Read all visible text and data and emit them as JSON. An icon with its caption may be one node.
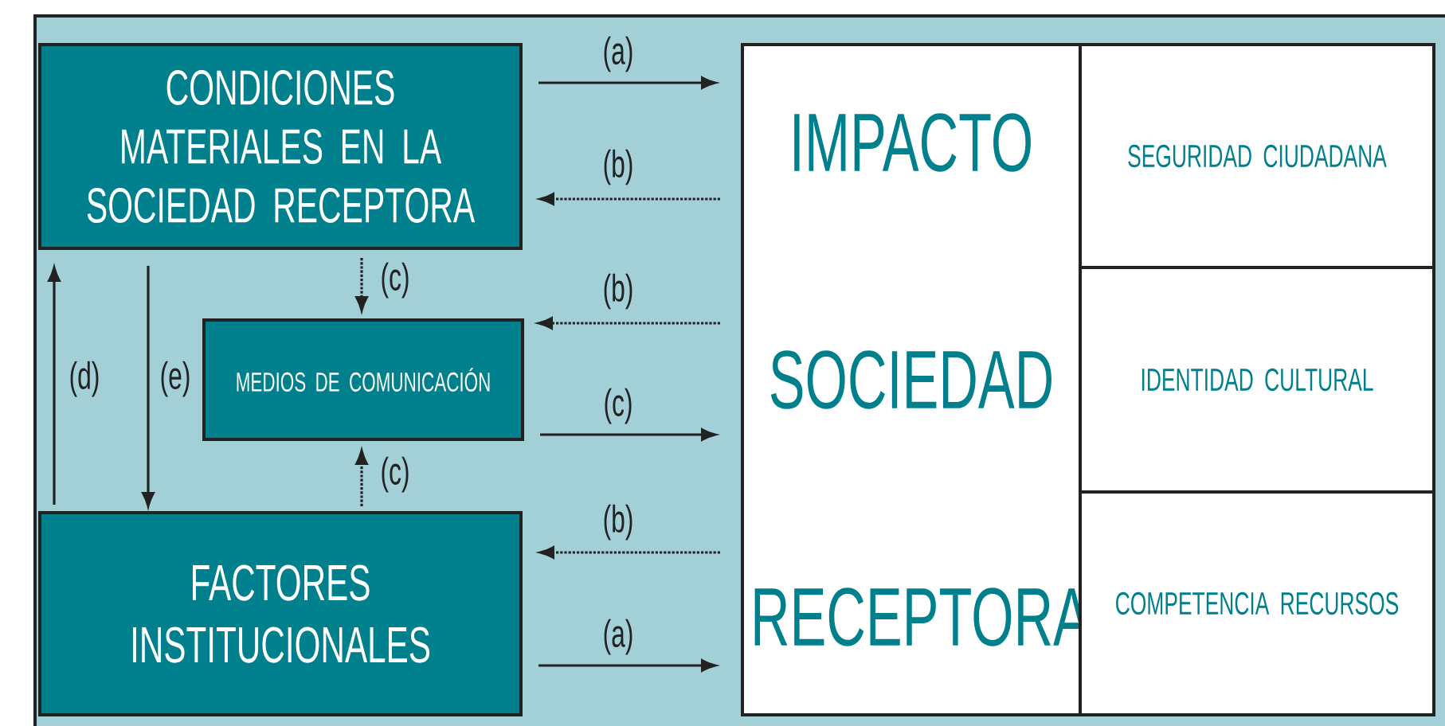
{
  "diagram": {
    "nodes": [
      {
        "text": [
          "CONDICIONES MATERIALES EN LA SOCIEDAD RECEPTORA"
        ]
      },
      {
        "text": [
          "MEDIOS DE COMUNICACIÓN"
        ]
      },
      {
        "text": [
          "FACTORES INSTITUCIONALES"
        ]
      },
      {
        "text": [
          "IMPACTO",
          "SOCIEDAD",
          "RECEPTORA"
        ]
      },
      {
        "text": [
          "SEGURIDAD CIUDADANA"
        ]
      },
      {
        "text": [
          "IDENTIDAD CULTURAL"
        ]
      },
      {
        "text": [
          "COMPETENCIA RECURSOS"
        ]
      }
    ],
    "edges": [
      {
        "from": 0,
        "to": 3,
        "arrow": "to",
        "label": "(a)"
      },
      {
        "from": 3,
        "to": 0,
        "arrow": "to",
        "label": "(b)",
        "style": "dashed"
      },
      {
        "from": 0,
        "to": 1,
        "arrow": "to",
        "label": "(c)",
        "style": "dashed"
      },
      {
        "from": 3,
        "to": 1,
        "arrow": "to",
        "label": "(b)",
        "style": "dashed"
      },
      {
        "from": 1,
        "to": 3,
        "arrow": "to",
        "label": "(c)"
      },
      {
        "from": 2,
        "to": 1,
        "arrow": "to",
        "label": "(c)",
        "style": "dashed"
      },
      {
        "from": 3,
        "to": 2,
        "arrow": "to",
        "label": "(b)",
        "style": "dashed"
      },
      {
        "from": 2,
        "to": 3,
        "arrow": "to",
        "label": "(a)"
      },
      {
        "from": 2,
        "to": 0,
        "arrow": "to",
        "label": "(d)"
      },
      {
        "from": 0,
        "to": 2,
        "arrow": "to",
        "label": "(e)"
      }
    ]
  }
}
